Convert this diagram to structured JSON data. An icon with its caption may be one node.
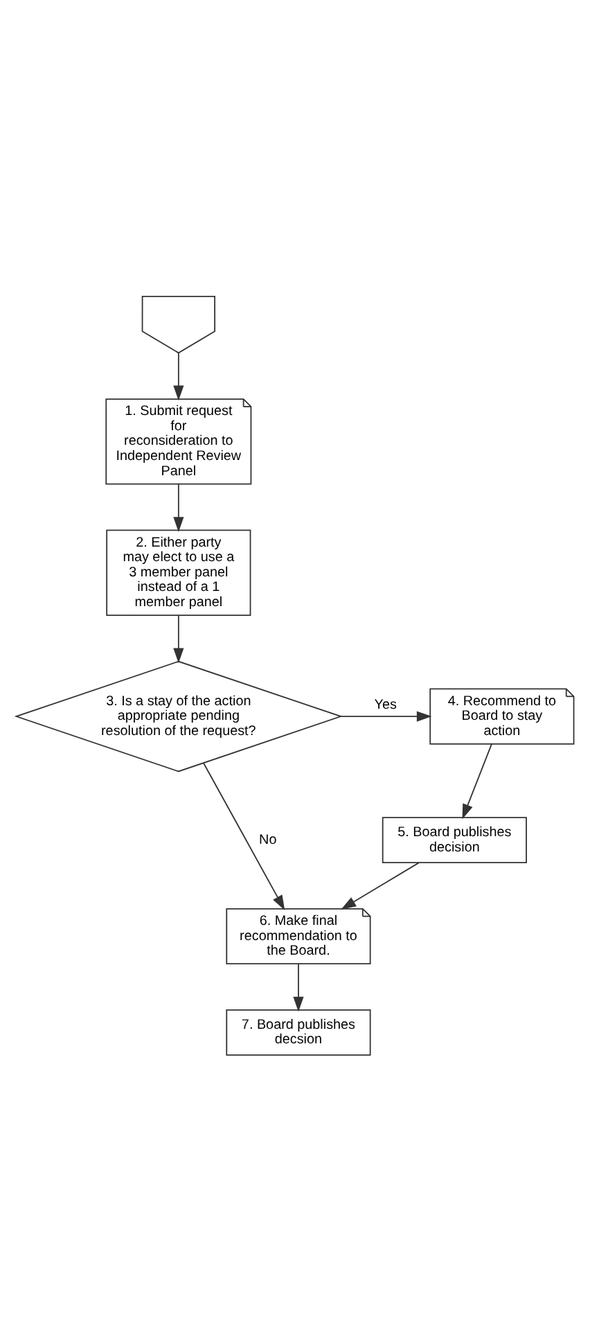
{
  "diagram": {
    "nodes": [
      {
        "text": [],
        "shape": "pentagon"
      },
      {
        "text": [
          "1. Submit request for reconsideration to Independent Review Panel"
        ]
      },
      {
        "text": [
          "2. Either party may elect to use a 3 member panel instead of a 1 member panel"
        ]
      },
      {
        "text": [
          "3. Is a stay of the action appropriate pending resolution of the request?"
        ]
      },
      {
        "text": [
          "4. Recommend to Board to stay action"
        ]
      },
      {
        "text": [
          "5. Board publishes decision"
        ]
      },
      {
        "text": [
          "6. Make final recommendation to the Board."
        ]
      },
      {
        "text": [
          "7. Board publishes decsion"
        ]
      }
    ],
    "edges": [
      {
        "from": 0,
        "to": 1,
        "arrow": "to"
      },
      {
        "from": 1,
        "to": 2,
        "arrow": "to"
      },
      {
        "from": 2,
        "to": 3,
        "arrow": "to"
      },
      {
        "from": 3,
        "to": 4,
        "arrow": "to",
        "label": "Yes"
      },
      {
        "from": 4,
        "to": 5,
        "arrow": "to"
      },
      {
        "from": 3,
        "to": 6,
        "arrow": "to",
        "label": "No"
      },
      {
        "from": 5,
        "to": 6,
        "arrow": "to"
      },
      {
        "from": 6,
        "to": 7,
        "arrow": "to"
      }
    ]
  }
}
